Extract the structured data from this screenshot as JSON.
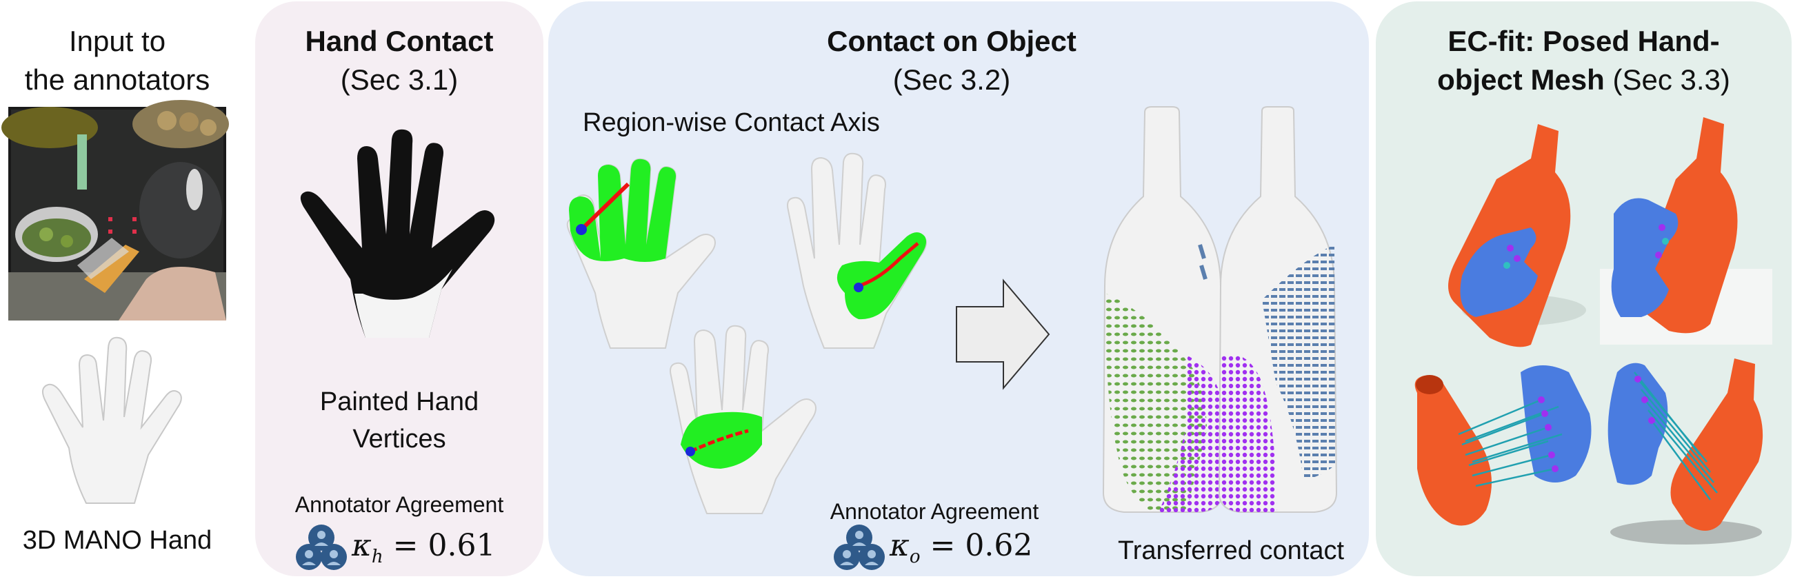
{
  "input": {
    "title_line1": "Input to",
    "title_line2": "the annotators",
    "hand_caption": "3D MANO Hand"
  },
  "hand_contact": {
    "title": "Hand Contact",
    "section": "(Sec 3.1)",
    "caption_line1": "Painted Hand",
    "caption_line2": "Vertices",
    "agreement_label": "Annotator Agreement",
    "kappa_symbol": "κ",
    "kappa_sub": "h",
    "kappa_value": "= 0.61"
  },
  "contact_object": {
    "title": "Contact on Object",
    "section": "(Sec 3.2)",
    "axis_label": "Region-wise Contact Axis",
    "agreement_label": "Annotator Agreement",
    "kappa_symbol": "κ",
    "kappa_sub": "o",
    "kappa_value": "= 0.62",
    "transferred_label": "Transferred contact"
  },
  "ecfit": {
    "title_line1": "EC-fit: Posed Hand-",
    "title_line2_bold": "object Mesh",
    "title_line2_rest": " (Sec 3.3)"
  },
  "colors": {
    "panel_pink": "#f5eef3",
    "panel_blue": "#e6edf8",
    "panel_green": "#e4efeb",
    "contact_green": "#22ee22",
    "bottle_orange": "#f05a28",
    "hand_blue": "#4a7ce0",
    "contact_purple": "#a030f0",
    "contact_steel": "#5b7fae",
    "contact_olive": "#6aaa4a"
  }
}
